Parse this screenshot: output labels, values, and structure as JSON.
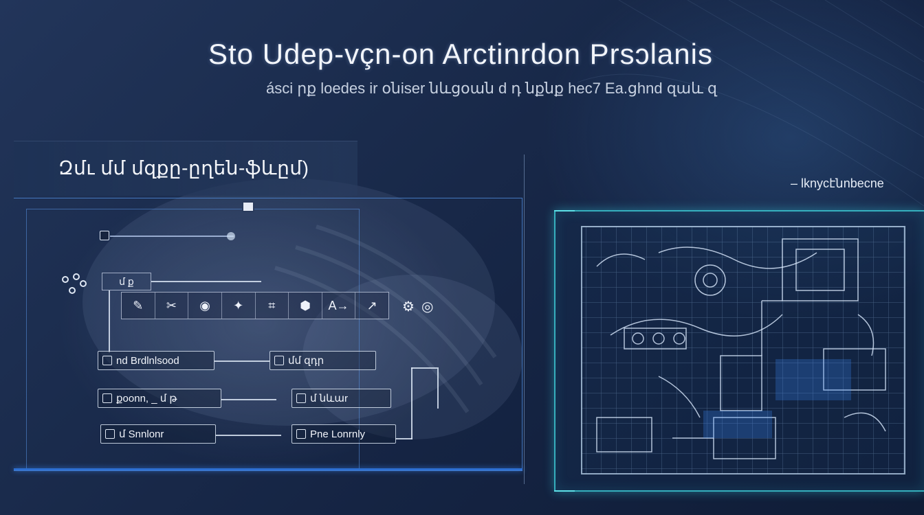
{
  "header": {
    "title": "Sto Udep-vçn-on Arctinrdon Prsɔlanis",
    "subtitle": "ásci րք loedes ir օնiser նևցօան d դ նքնք hec7 Ea.ցhnd զաև զ"
  },
  "left_panel": {
    "header_label": "Զմւ մմ մզքը-ըղեն-ֆևըմ)",
    "mini_box_label": "մ ք",
    "toolbar": [
      {
        "icon": "tool-pen-icon",
        "glyph": "✎"
      },
      {
        "icon": "tool-ruler-icon",
        "glyph": "✂"
      },
      {
        "icon": "tool-eye-icon",
        "glyph": "◉"
      },
      {
        "icon": "tool-link-icon",
        "glyph": "✦"
      },
      {
        "icon": "tool-grid-icon",
        "glyph": "⌗"
      },
      {
        "icon": "tool-cube-icon",
        "glyph": "⬢"
      },
      {
        "icon": "tool-arrow-icon",
        "glyph": "A→"
      },
      {
        "icon": "tool-chart-icon",
        "glyph": "↗"
      }
    ],
    "extra_icons": [
      "⚙",
      "◎"
    ],
    "nodes": {
      "n1": "nd Brdlnlsood",
      "n2": "մմ զդր",
      "n3": "քoonn, _ մ թ",
      "n4": "մ նևաr",
      "n5": "մ Snnlonr",
      "n6": "Pne Lonrnly"
    }
  },
  "right_panel": {
    "label": "– lknycէնnbecne"
  },
  "colors": {
    "accent_cyan": "#5ee1e8",
    "accent_blue": "#2d6fd2",
    "background": "#1a2b4c"
  }
}
